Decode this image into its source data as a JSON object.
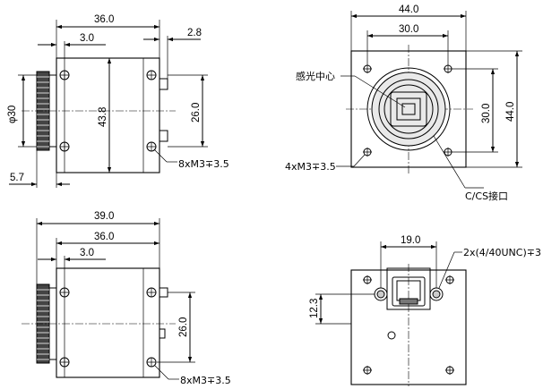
{
  "views": {
    "side_top": {
      "dims": {
        "overall_width": "36.0",
        "offset": "3.0",
        "connector_depth": "2.8",
        "diameter": "φ30",
        "height": "43.8",
        "hole_spacing": "26.0",
        "ring_offset": "5.7"
      },
      "callout": "8xM3∓3.5"
    },
    "front": {
      "dims": {
        "overall_width": "44.0",
        "hole_spacing_h": "30.0",
        "hole_spacing_v": "30.0",
        "overall_height": "44.0"
      },
      "sensor_label": "感光中心",
      "hole_callout": "4xM3∓3.5",
      "mount_label": "C/CS接口"
    },
    "side_bottom": {
      "dims": {
        "overall_length": "39.0",
        "body_width": "36.0",
        "offset": "3.0",
        "hole_spacing": "26.0"
      },
      "callout": "8xM3∓3.5"
    },
    "rear": {
      "dims": {
        "tripod_spacing": "19.0",
        "tripod_height": "12.3"
      },
      "callout": "2x(4/40UNC)∓3"
    }
  }
}
